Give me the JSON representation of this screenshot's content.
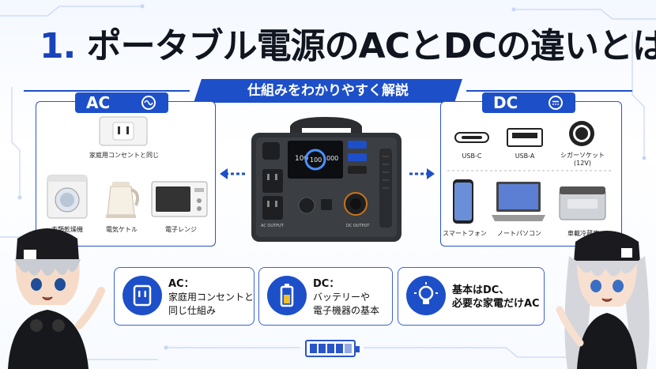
{
  "title": {
    "number": "1.",
    "text": "ポータブル電源のACとDCの違いとは？"
  },
  "subtitle": "仕組みをわかりやすく解説",
  "ac_panel": {
    "tab_label": "AC",
    "outlet_caption": "家庭用コンセントと同じ",
    "appliances": [
      "衣類乾燥機",
      "電気ケトル",
      "電子レンジ"
    ]
  },
  "dc_panel": {
    "tab_label": "DC",
    "ports": [
      "USB-C",
      "USB-A",
      "シガーソケット",
      "(12V)"
    ],
    "devices": [
      "スマートフォン",
      "ノートパソコン",
      "車載冷蔵庫"
    ]
  },
  "device_labels": {
    "ac_output": "AC OUTPUT",
    "dc_output": "DC OUTPUT"
  },
  "cards": [
    {
      "title": "AC：",
      "line1": "家庭用コンセントと",
      "line2": "同じ仕組み"
    },
    {
      "title": "DC：",
      "line1": "バッテリーや",
      "line2": "電子機器の基本"
    },
    {
      "title": "基本はDC、",
      "line1": "必要な家電だけAC",
      "line2": ""
    }
  ],
  "colors": {
    "primary": "#1d4fc9",
    "title_text": "#10151f",
    "card_border": "#3a63d0",
    "background": "#f4f8ff"
  },
  "icons": {
    "ac_tab": "sine-wave-icon",
    "dc_tab": "dc-symbol-icon",
    "card1": "outlet-icon",
    "card2": "battery-icon",
    "card3": "lightbulb-icon",
    "footer": "battery-charge-icon"
  }
}
